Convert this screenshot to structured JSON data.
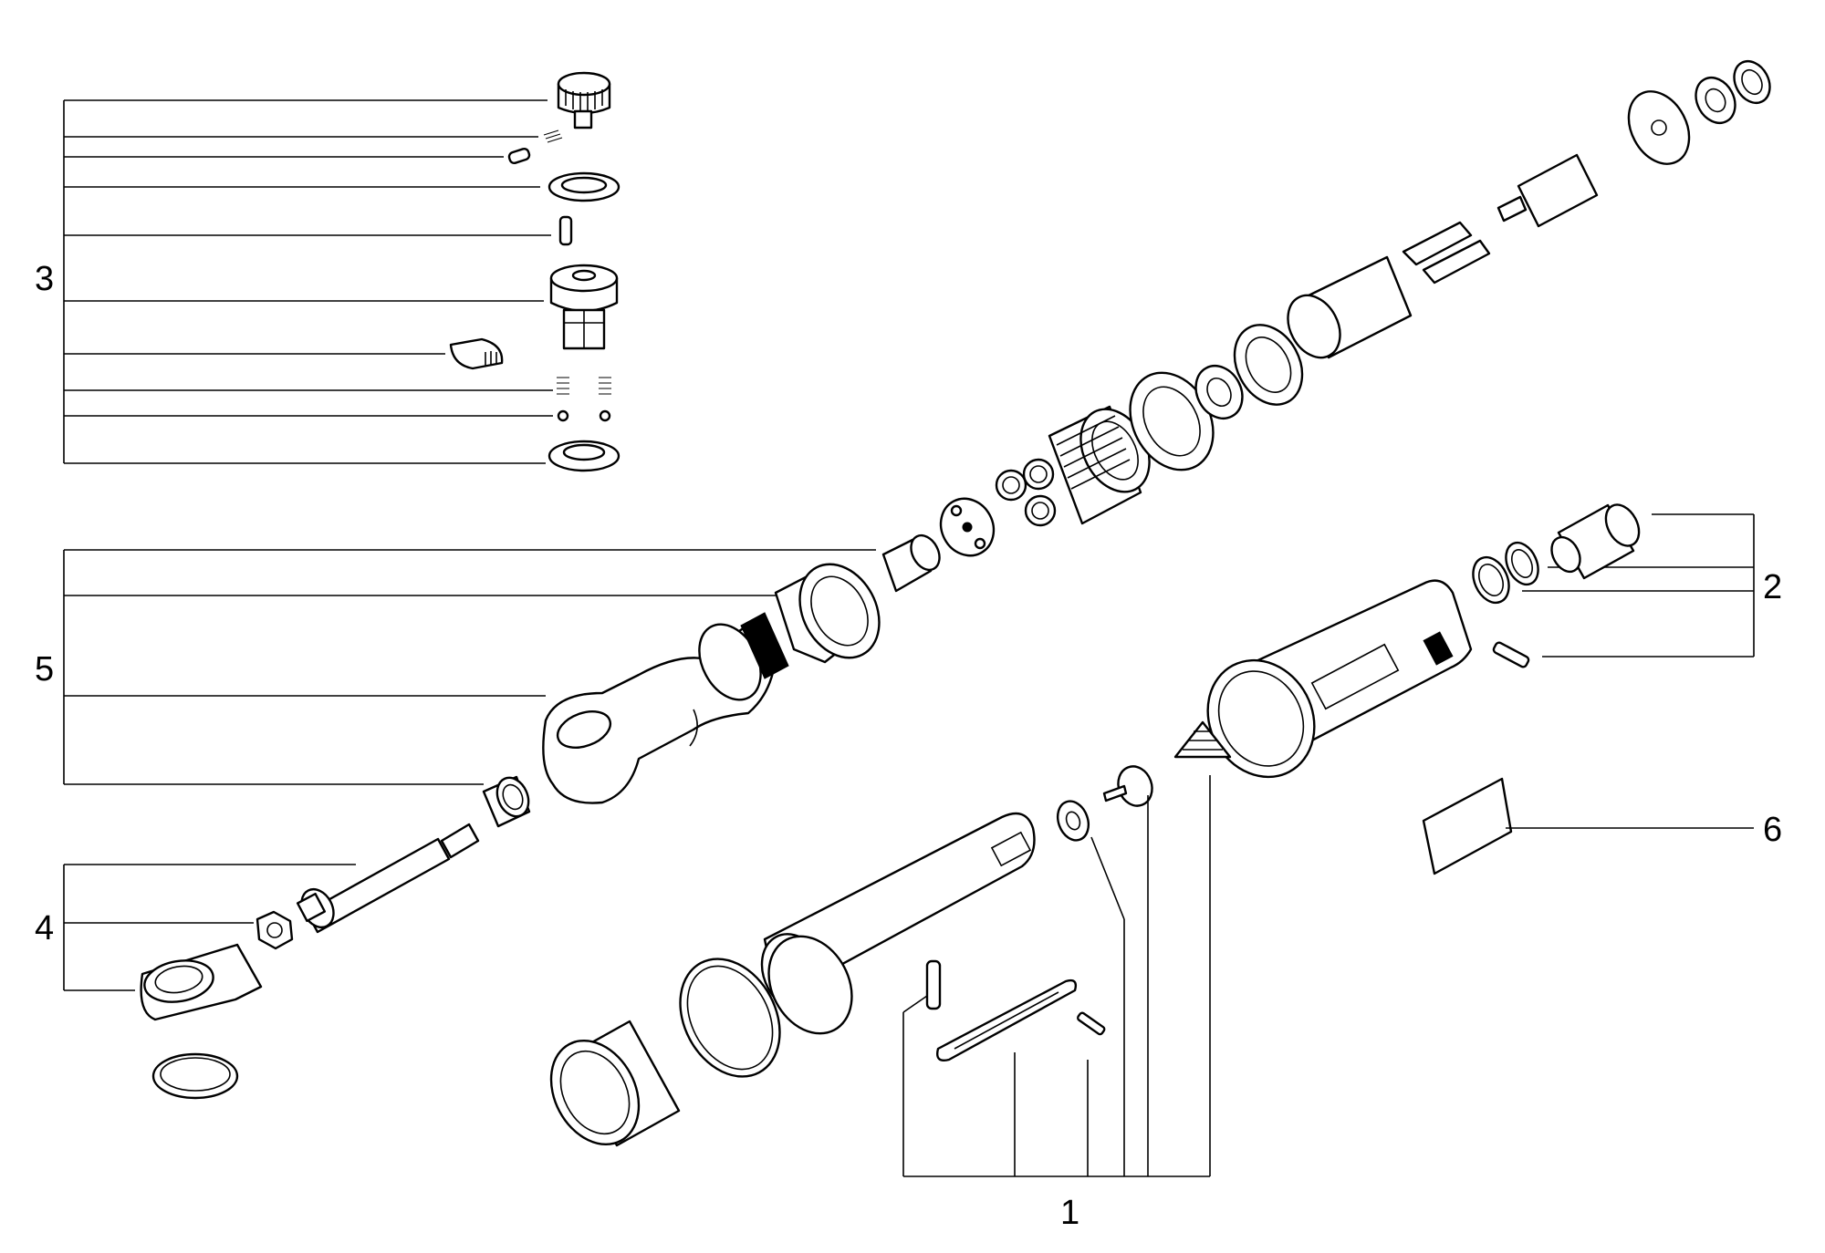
{
  "labels": {
    "group_1": "1",
    "group_2": "2",
    "group_3": "3",
    "group_4": "4",
    "group_5": "5",
    "group_6": "6"
  },
  "colors": {
    "line": "#000000",
    "background": "#ffffff"
  }
}
